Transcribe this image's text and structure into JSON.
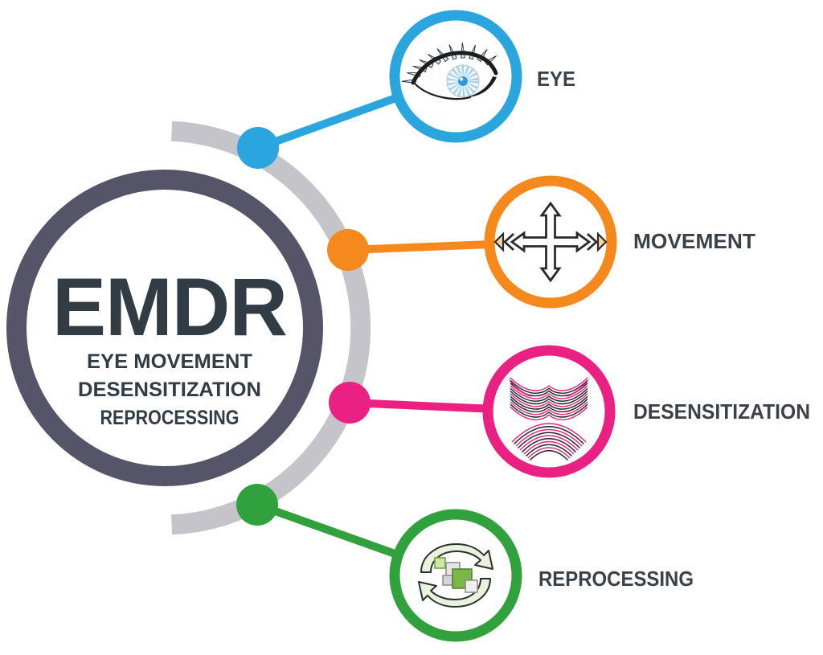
{
  "hub": {
    "acronym": "EMDR",
    "subtitle_lines": [
      "EYE MOVEMENT",
      "DESENSITIZATION",
      "REPROCESSING"
    ]
  },
  "nodes": [
    {
      "id": "eye",
      "label": "EYE",
      "color": "#2aa5de",
      "icon": "eye-icon"
    },
    {
      "id": "movement",
      "label": "MOVEMENT",
      "color": "#f6891d",
      "icon": "movement-arrows-icon"
    },
    {
      "id": "desensitization",
      "label": "DESENSITIZATION",
      "color": "#ea2183",
      "icon": "wave-fan-icon"
    },
    {
      "id": "reprocessing",
      "label": "REPROCESSING",
      "color": "#31a13e",
      "icon": "recycle-arrows-icon"
    }
  ],
  "colors": {
    "hub_ring": "#565468",
    "hub_text": "#313c44",
    "label_text": "#3a4148",
    "arc": "#c5c4cb",
    "background": "#ffffff",
    "movement_arrowhead_fill": "#f5d6a4",
    "recycle_arrow_fill": "#e9f2dc",
    "recycle_square_green": "#7ab648",
    "eye_lash_blue": "#c9e4f4",
    "eye_iris_blue": "#2f98d8"
  }
}
